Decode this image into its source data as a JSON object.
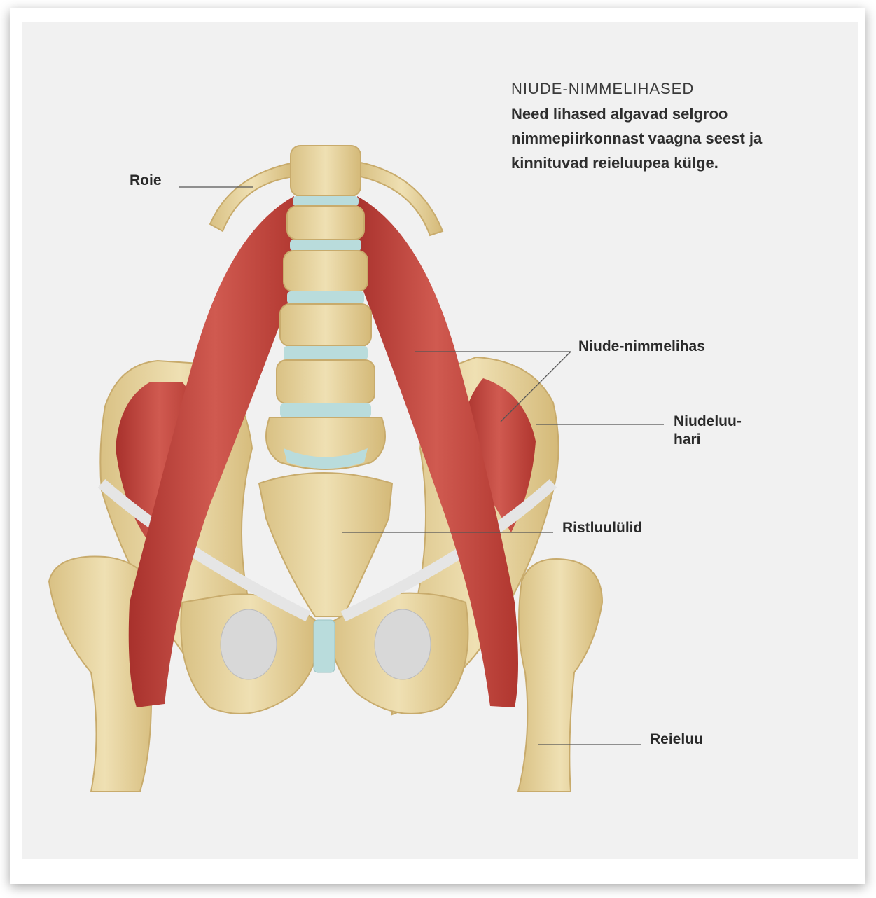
{
  "header": {
    "title": "NIUDE-NIMMELIHASED",
    "description": "Need lihased algavad selgroo nimmepiirkonnast vaagna seest ja kinnituvad reieluupea külge."
  },
  "labels": {
    "rib": "Roie",
    "iliopsoas": "Niude-nimmelihas",
    "iliac_crest": "Niudeluu-\nhari",
    "sacral_vertebrae": "Ristluulülid",
    "femur": "Reieluu"
  },
  "colors": {
    "bone": "#e8d5a0",
    "muscle": "#c0403a",
    "disc": "#b9dcdc",
    "ligament": "#dcdcdc",
    "background": "#f1f1f1"
  }
}
